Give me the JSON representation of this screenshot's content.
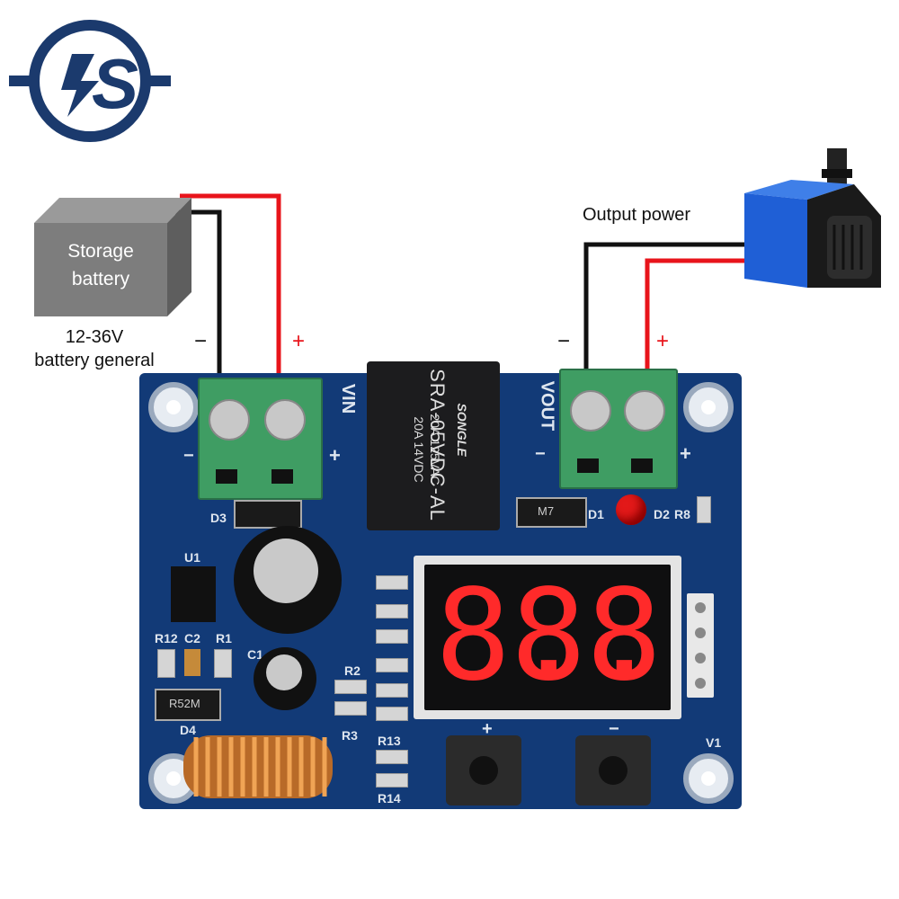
{
  "logo": {
    "letters": "S",
    "icon": "lightning-s-logo-icon",
    "color": "#1b3a6d"
  },
  "battery": {
    "label_line1": "Storage",
    "label_line2": "battery",
    "color": "#7d7d7d"
  },
  "battery_caption": {
    "line1": "12-36V",
    "line2": "battery general"
  },
  "output_caption": "Output power",
  "polarity": {
    "in_minus": "−",
    "in_plus": "+",
    "out_minus": "−",
    "out_plus": "+"
  },
  "board_markings": {
    "vin": "VIN",
    "vout": "VOUT",
    "board_minus_left": "−",
    "board_plus_left": "+",
    "board_minus_right": "−",
    "board_plus_right": "+",
    "d3": "D3",
    "u1": "U1",
    "r12": "R12",
    "c2": "C2",
    "r1": "R1",
    "c1": "C1",
    "d4": "D4",
    "r2": "R2",
    "r3": "R3",
    "r13": "R13",
    "r14": "R14",
    "d1": "D1",
    "d2": "D2",
    "r8": "R8",
    "v1": "V1",
    "m7": "M7",
    "r52m": "R52M",
    "btn_plus": "+",
    "btn_minus": "−"
  },
  "relay": {
    "brand": "SONGLE",
    "line1": "20A 14VDC",
    "line2": "20A 125VAC",
    "model": "SRA-05VDC-AL"
  },
  "display": {
    "digits": [
      "8.",
      "8.",
      "8."
    ]
  },
  "wire_colors": {
    "positive": "#e8141b",
    "negative": "#111111"
  },
  "pump": {
    "icon": "water-pump-icon",
    "color": "#1f5fd6"
  }
}
